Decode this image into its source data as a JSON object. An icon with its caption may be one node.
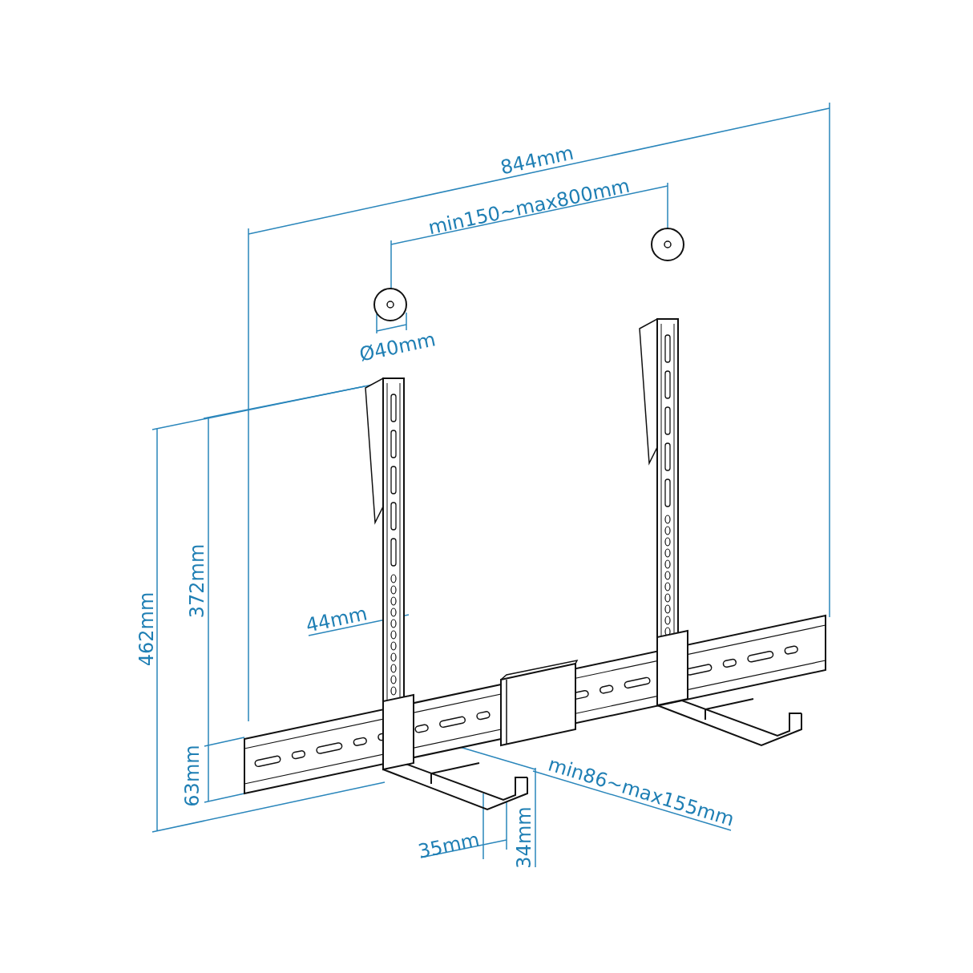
{
  "diagram": {
    "labels": [
      "844mm",
      "min150~max800mm",
      "Ø40mm",
      "462mm",
      "372mm",
      "44mm",
      "63mm",
      "min86~max155mm",
      "35mm",
      "34mm"
    ]
  }
}
